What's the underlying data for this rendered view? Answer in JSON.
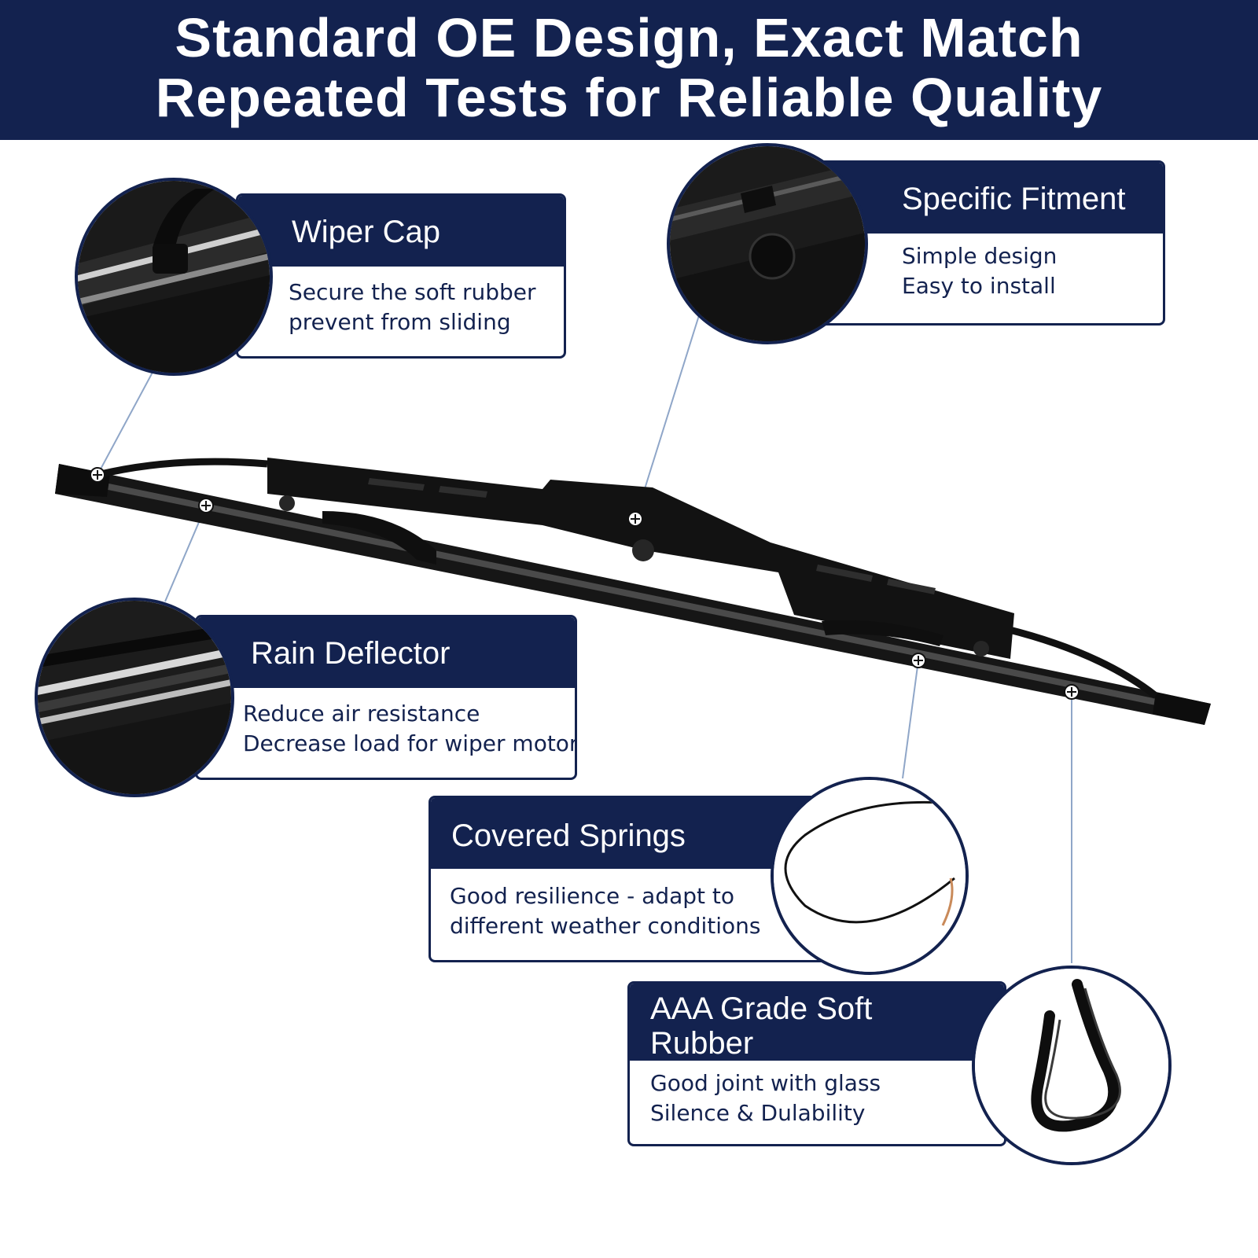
{
  "banner": {
    "line1": "Standard OE Design, Exact Match",
    "line2": "Repeated Tests for Reliable Quality"
  },
  "features": {
    "wiper_cap": {
      "title": "Wiper Cap",
      "lines": [
        "Secure the soft rubber",
        "prevent from sliding"
      ]
    },
    "specific_fitment": {
      "title": "Specific Fitment",
      "lines": [
        "Simple design",
        "Easy to install"
      ]
    },
    "rain_deflector": {
      "title": "Rain Deflector",
      "lines": [
        "Reduce air resistance",
        "Decrease load for wiper motor"
      ]
    },
    "covered_springs": {
      "title": "Covered Springs",
      "lines": [
        "Good resilience - adapt to",
        "different weather conditions"
      ]
    },
    "soft_rubber": {
      "title_lines": [
        "AAA Grade Soft",
        "Rubber"
      ],
      "lines": [
        "Good joint with glass",
        "Silence & Dulability"
      ]
    }
  },
  "colors": {
    "navy": "#13224f",
    "leader_line": "#8fa6c8",
    "blade": "#141414"
  },
  "icons": [
    "wiper-blade-image",
    "zoom-wiper-cap-image",
    "zoom-fitment-image",
    "zoom-rain-deflector-image",
    "zoom-spring-image",
    "zoom-rubber-image"
  ]
}
